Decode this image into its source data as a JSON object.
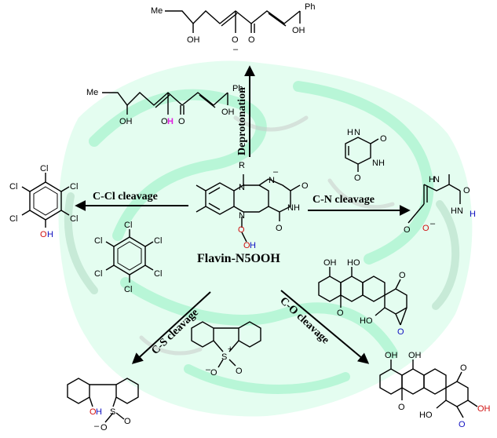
{
  "diagram": {
    "center_label": "Flavin-N5OOH",
    "reactions": {
      "deprotonation": "Deprotonation",
      "c_cl": "C-Cl cleavage",
      "c_n": "C-N cleavage",
      "c_s": "C-S cleavage",
      "c_o": "C-O cleavage"
    },
    "flavin_atoms": {
      "R": "R",
      "N_top": "N",
      "N_ring": "N",
      "N5": "N",
      "O1": "O",
      "O2": "O",
      "OH": "H",
      "O_carbonyl": "O",
      "NH": "NH",
      "O_bottom": "O",
      "minus": "–"
    },
    "top_product": {
      "Me": "Me",
      "OH_left": "OH",
      "O_minus": "O",
      "minus": "–",
      "O_keto": "O",
      "OH_right": "OH",
      "Ph": "Ph"
    },
    "top_substrate": {
      "Me": "Me",
      "OH_left": "OH",
      "OH_mid_O": "O",
      "OH_mid_H": "H",
      "O_keto": "O",
      "OH_right": "OH",
      "Ph": "Ph"
    },
    "pentachlorophenol": {
      "Cl1": "Cl",
      "Cl2": "Cl",
      "Cl3": "Cl",
      "Cl4": "Cl",
      "Cl5": "Cl",
      "O": "O",
      "H": "H"
    },
    "hexachlorobenzene": {
      "Cl1": "Cl",
      "Cl2": "Cl",
      "Cl3": "Cl",
      "Cl4": "Cl",
      "Cl5": "Cl",
      "Cl6": "Cl"
    },
    "uracil": {
      "NH_top": "H",
      "N_top": "N",
      "O_right": "O",
      "NH_bottom": "NH",
      "O_bottom": "O"
    },
    "uracil_product": {
      "N_H": "H",
      "N_top": "N",
      "O": "O",
      "N2": "N",
      "H2": "H",
      "N2b": "H",
      "carboxylate_O": "O",
      "carboxylate_O2": "O",
      "minus": "–"
    },
    "dibenzothiophene_dioxide": {
      "S": "S",
      "plus": "+",
      "O1": "O",
      "O2": "O",
      "minus": "–"
    },
    "sulfinate_product": {
      "O": "O",
      "H": "H",
      "S": "S",
      "O1": "O",
      "O2": "O",
      "minus": "–"
    },
    "epoxide_substrate": {
      "OH1": "OH",
      "OH2": "HO",
      "O_keto": "O",
      "O_keto2": "O",
      "HO": "HO",
      "O_epox": "O"
    },
    "epoxide_product": {
      "OH1": "OH",
      "OH2": "OH",
      "O_keto": "O",
      "O_keto2": "O",
      "HO": "HO",
      "OH_new": "OH",
      "O_epox": "O"
    },
    "colors": {
      "protein": "#7FF0B8",
      "protein_shadow": "#9a9a9a",
      "hydrogen_highlight": "#E020E0",
      "oxygen_red": "#D01010",
      "hydrogen_blue": "#1010C0"
    }
  }
}
